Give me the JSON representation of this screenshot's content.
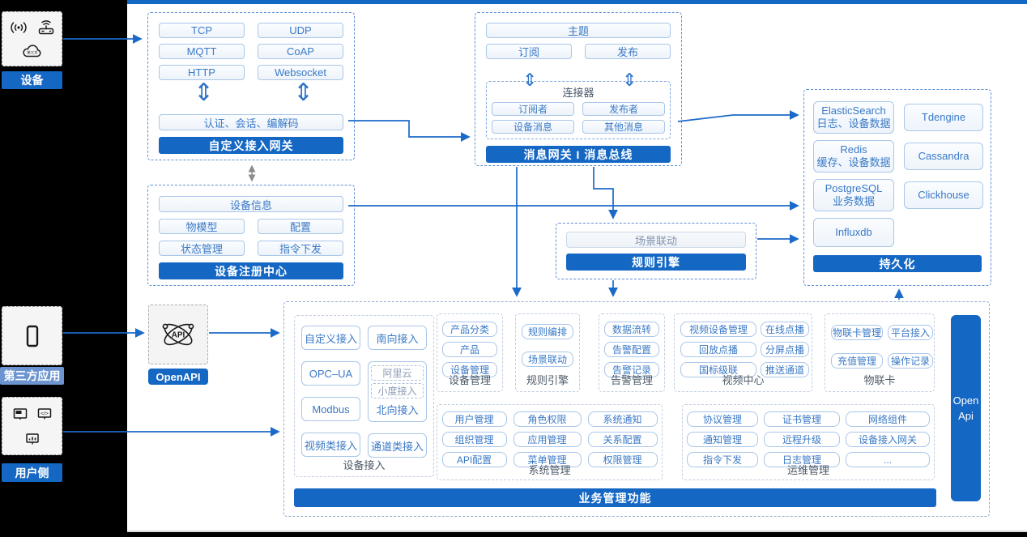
{
  "colors": {
    "accent": "#1567C4",
    "button_border": "#A9C6E8",
    "button_text": "#3A79C6",
    "arrow": "#1B69C8"
  },
  "icons": {
    "updown": "⇕",
    "cloud_text": "第三方"
  },
  "rail": {
    "device_label": "设备",
    "thirdparty_label": "第三方应用",
    "user_label": "用户侧"
  },
  "gateway": {
    "protocols": [
      "TCP",
      "UDP",
      "MQTT",
      "CoAP",
      "HTTP",
      "Websocket"
    ],
    "auth": "认证、会话、编解码",
    "title": "自定义接入网关"
  },
  "msgbus": {
    "topic": "主题",
    "subscribe": "订阅",
    "publish": "发布",
    "connector_title": "连接器",
    "connector_items": [
      "订阅者",
      "发布者",
      "设备消息",
      "其他消息"
    ],
    "title": "消息网关 I 消息总线"
  },
  "registry": {
    "items": [
      "设备信息",
      "物模型",
      "配置",
      "状态管理",
      "指令下发"
    ],
    "title": "设备注册中心"
  },
  "ruleengine": {
    "item": "场景联动",
    "title": "规则引擎"
  },
  "persistence": {
    "stores": [
      {
        "name": "ElasticSearch",
        "sub": "日志、设备数据"
      },
      {
        "name": "Tdengine"
      },
      {
        "name": "Redis",
        "sub": "缓存、设备数据"
      },
      {
        "name": "Cassandra"
      },
      {
        "name": "PostgreSQL",
        "sub": "业务数据"
      },
      {
        "name": "Clickhouse"
      },
      {
        "name": "Influxdb"
      }
    ],
    "title": "持久化"
  },
  "openapi": {
    "label": "OpenAPI"
  },
  "business": {
    "title": "业务管理功能",
    "openapi_bar": "Open Api",
    "access": {
      "label": "设备接入",
      "items": [
        "自定义接入",
        "南向接入",
        "OPC–UA",
        "Modbus",
        "视频类接入",
        "通道类接入"
      ],
      "north": {
        "sub1": "阿里云",
        "sub2": "小度接入",
        "label": "北向接入"
      }
    },
    "device_mgmt": {
      "label": "设备管理",
      "items": [
        "产品分类",
        "产品",
        "设备管理"
      ]
    },
    "rule": {
      "label": "规则引擎",
      "items": [
        "规则编排",
        "场景联动"
      ]
    },
    "alarm": {
      "label": "告警管理",
      "items": [
        "数据流转",
        "告警配置",
        "告警记录"
      ]
    },
    "video": {
      "label": "视频中心",
      "items": [
        "视频设备管理",
        "在线点播",
        "回放点播",
        "分屏点播",
        "国标级联",
        "推送通道"
      ]
    },
    "iotcard": {
      "label": "物联卡",
      "items": [
        "物联卡管理",
        "平台接入",
        "充值管理",
        "操作记录"
      ]
    },
    "system": {
      "label": "系统管理",
      "items": [
        "用户管理",
        "角色权限",
        "系统通知",
        "组织管理",
        "应用管理",
        "关系配置",
        "API配置",
        "菜单管理",
        "权限管理"
      ]
    },
    "ops": {
      "label": "运维管理",
      "items": [
        "协议管理",
        "证书管理",
        "网络组件",
        "通知管理",
        "远程升级",
        "设备接入网关",
        "指令下发",
        "日志管理",
        "..."
      ]
    }
  }
}
